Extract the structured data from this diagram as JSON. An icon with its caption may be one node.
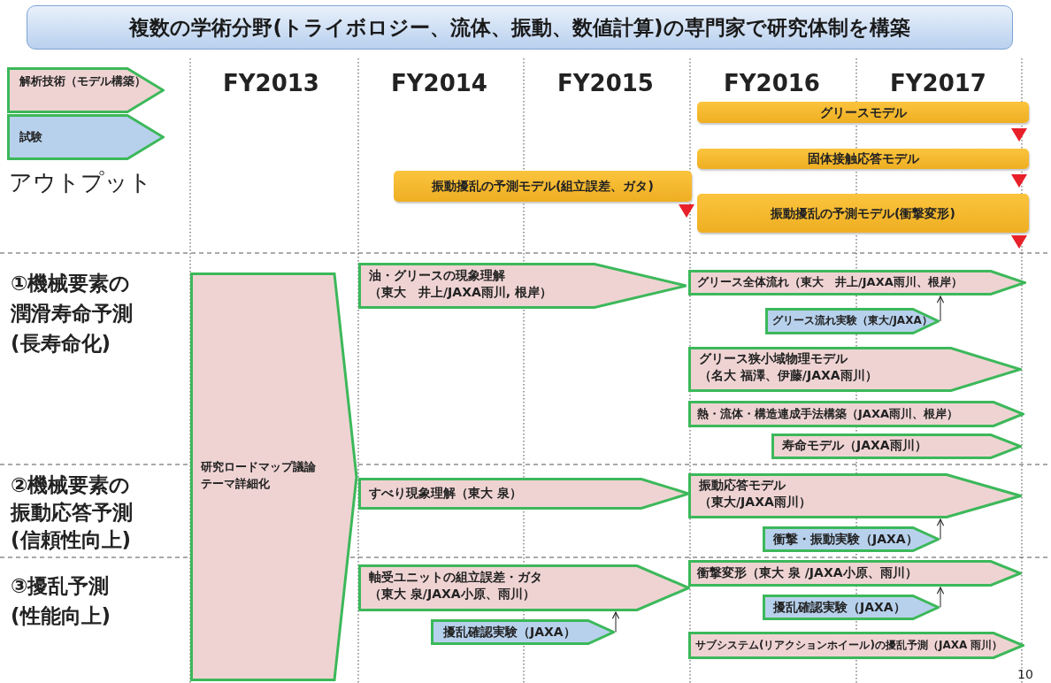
{
  "diagram": {
    "title": "複数の学術分野(トライボロジー、流体、振動、数値計算)の専門家で研究体制を構築",
    "nodes": [
      {
        "text": [
          "グリースモデル"
        ]
      },
      {
        "text": [
          "固体接触応答モデル"
        ]
      },
      {
        "text": [
          "振動擾乱の予測モデル(組立誤差、ガタ)"
        ]
      },
      {
        "text": [
          "振動擾乱の予測モデル(衝撃変形)"
        ]
      },
      {
        "text": [
          "研究ロードマップ議論テーマ詳細化"
        ]
      },
      {
        "text": [
          "油・グリースの現象理解",
          "（東大　井上/JAXA雨川, 根岸）"
        ]
      },
      {
        "text": [
          "グリース全体流れ（東大　井上/JAXA雨川、根岸）"
        ]
      },
      {
        "text": [
          "グリース流れ実験（東大/JAXA）"
        ]
      },
      {
        "text": [
          "グリース狭小域物理モデル",
          "（名大 福澤、伊藤/JAXA雨川）"
        ]
      },
      {
        "text": [
          "熱・流体・構造連成手法構築（JAXA雨川、根岸）"
        ]
      },
      {
        "text": [
          "寿命モデル（JAXA雨川）"
        ]
      },
      {
        "text": [
          "すべり現象理解（東大 泉）"
        ]
      },
      {
        "text": [
          "振動応答モデル",
          "（東大/JAXA雨川）"
        ]
      },
      {
        "text": [
          "衝撃・振動実験（JAXA）"
        ]
      },
      {
        "text": [
          "軸受ユニットの組立誤差・ガタ",
          "（東大 泉/JAXA小原、雨川）"
        ]
      },
      {
        "text": [
          "擾乱確認実験（JAXA）"
        ]
      },
      {
        "text": [
          "衝撃変形（東大 泉 /JAXA小原、雨川）"
        ]
      },
      {
        "text": [
          "擾乱確認実験（JAXA）"
        ]
      },
      {
        "text": [
          "サブシステム(リアクションホイール)の擾乱予測（JAXA 雨川）"
        ]
      }
    ],
    "edges": [
      {
        "from": 7,
        "to": 6,
        "arrow": "to"
      },
      {
        "from": 13,
        "to": 12,
        "arrow": "to"
      },
      {
        "from": 15,
        "to": 14,
        "arrow": "to"
      },
      {
        "from": 17,
        "to": 16,
        "arrow": "to"
      }
    ],
    "labels": [
      "アウトプット",
      "FY2013",
      "FY2014",
      "FY2015",
      "FY2016",
      "FY2017",
      "①機械要素の潤滑寿命予測(長寿命化)",
      "②機械要素の振動応答予測(信頼性向上)",
      "③擾乱予測(性能向上)",
      "10"
    ],
    "legend": [
      {
        "text": "解析技術（モデル構築）",
        "color": "#efd3d3"
      },
      {
        "text": "試験",
        "color": "#b7d1ec"
      }
    ]
  }
}
